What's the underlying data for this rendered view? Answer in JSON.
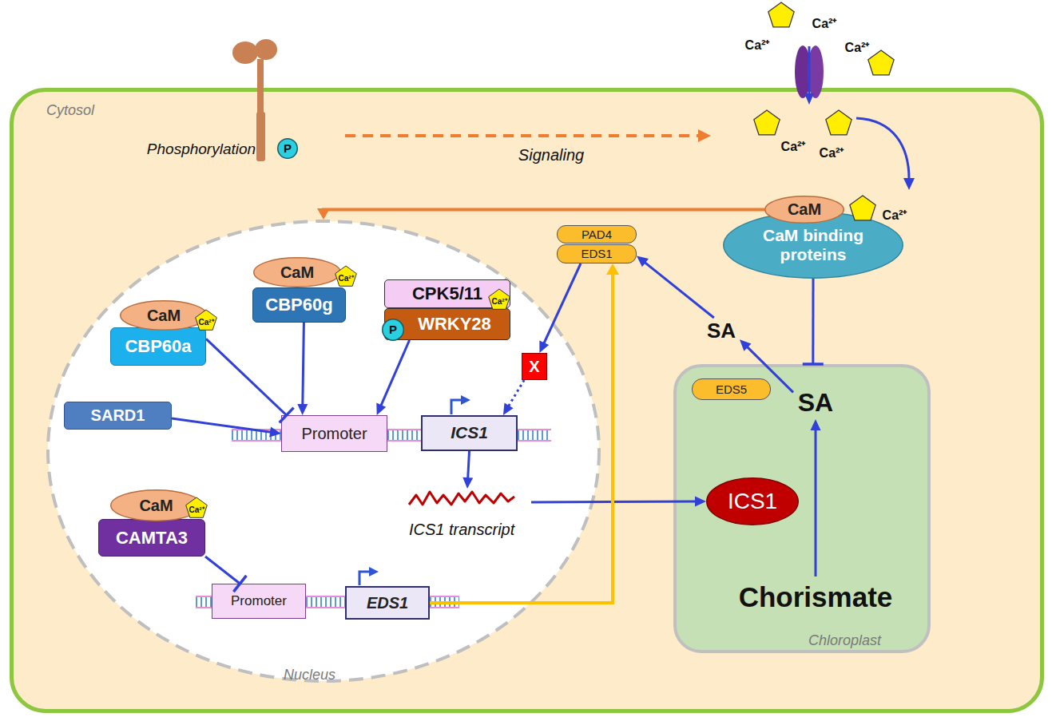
{
  "diagram": {
    "nodes": [
      {
        "text": [
          "Cytosol"
        ]
      },
      {
        "text": [
          "P"
        ],
        "in": 0
      },
      {
        "text": [
          "CaM"
        ],
        "in": 0
      },
      {
        "text": [
          "CaM binding proteins"
        ],
        "in": 0
      },
      {
        "text": [
          "Nucleus"
        ],
        "in": 0
      },
      {
        "text": [
          "CaM"
        ],
        "in": 4
      },
      {
        "text": [
          "CBP60g"
        ],
        "in": 4
      },
      {
        "text": [
          "CPK5/11"
        ],
        "in": 4
      },
      {
        "text": [
          "P"
        ],
        "in": 4
      },
      {
        "text": [
          "WRKY28"
        ],
        "in": 4
      },
      {
        "text": [
          "CaM"
        ],
        "in": 4
      },
      {
        "text": [
          "CBP60a"
        ],
        "in": 4
      },
      {
        "text": [
          "SARD1"
        ],
        "in": 4
      },
      {
        "text": [
          "Promoter"
        ],
        "in": 4
      },
      {
        "text": [
          "ICS1"
        ],
        "in": 4
      },
      {
        "text": [
          "ICS1 transcript"
        ],
        "in": 4
      },
      {
        "text": [
          "CaM"
        ],
        "in": 4
      },
      {
        "text": [
          "CAMTA3"
        ],
        "in": 4
      },
      {
        "text": [
          "Promoter"
        ],
        "in": 4
      },
      {
        "text": [
          "EDS1"
        ],
        "in": 4
      },
      {
        "text": [
          "PAD4"
        ],
        "in": 0
      },
      {
        "text": [
          "EDS1"
        ],
        "in": 0
      },
      {
        "text": [
          "X"
        ],
        "in": 4
      },
      {
        "text": [
          "SA"
        ],
        "in": 0
      },
      {
        "text": [
          "Chloroplast"
        ],
        "in": 0
      },
      {
        "text": [
          "EDS5"
        ],
        "in": 24
      },
      {
        "text": [
          "SA"
        ],
        "in": 24
      },
      {
        "text": [
          "ICS1"
        ],
        "in": 24
      },
      {
        "text": [
          "Chorismate"
        ],
        "in": 24
      }
    ],
    "edges": [
      {
        "from": 2,
        "to": 4,
        "arrow": "to"
      },
      {
        "from": 3,
        "to": 24,
        "arrow": "to"
      },
      {
        "from": 11,
        "to": 13,
        "arrow": "to"
      },
      {
        "from": 6,
        "to": 13,
        "arrow": "to"
      },
      {
        "from": 9,
        "to": 13,
        "arrow": "to"
      },
      {
        "from": 12,
        "to": 13,
        "arrow": "to"
      },
      {
        "from": 14,
        "to": 15,
        "arrow": "to"
      },
      {
        "from": 15,
        "to": 27,
        "arrow": "to"
      },
      {
        "from": 17,
        "to": 18,
        "arrow": "to"
      },
      {
        "from": 19,
        "to": 21,
        "arrow": "to"
      },
      {
        "from": 21,
        "to": 22,
        "arrow": "to"
      },
      {
        "from": 22,
        "to": 14,
        "arrow": "to"
      },
      {
        "from": 23,
        "to": 21,
        "arrow": "to"
      },
      {
        "from": 26,
        "to": 23,
        "arrow": "to"
      },
      {
        "from": 28,
        "to": 26,
        "arrow": "to"
      }
    ],
    "labels": [
      "Phosphorylation",
      "Signaling",
      "Ca²⁺",
      "Ca²⁺",
      "Ca²⁺",
      "Ca²⁺",
      "Ca²⁺",
      "Ca²⁺",
      "Ca²⁺",
      "Ca²⁺",
      "Ca²⁺",
      "Ca²⁺"
    ]
  }
}
